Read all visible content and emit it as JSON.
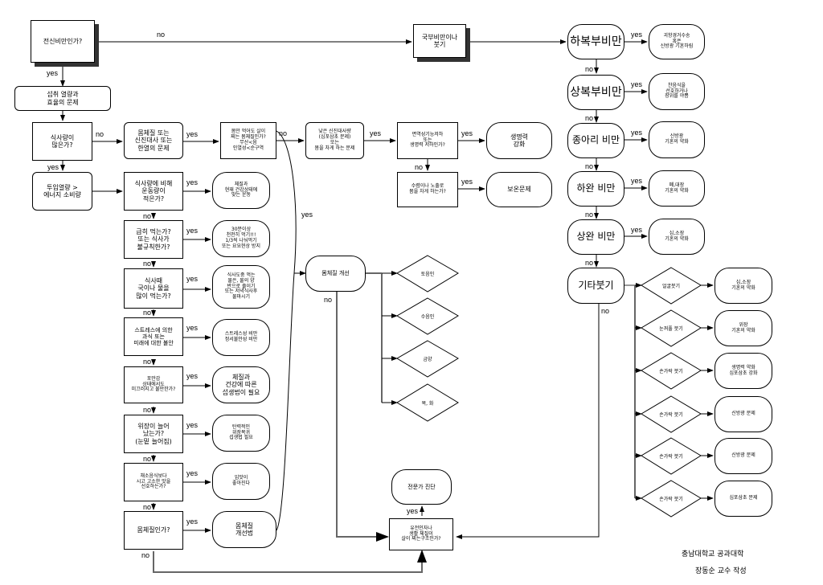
{
  "diagram": {
    "nodes": {
      "start": "전신비만인가?",
      "intake_problem": "섭취 열량과\n효율의 문제",
      "eat_much": "식사량이\n많은가?",
      "energy_balance": "투입열량 >\n에너지 소비량",
      "constitution": "몸체질 또는\n신진대사 또는\n한열의 문제",
      "gain_little": "몸만 먹어도 살이\n찌는 몸체질인가?\n무산<음\n인열성<순구역",
      "low_metab": "낮은 신진대사량\n(심포삼초 문제)\n또는\n몸을 차게 하는 문제",
      "immune": "면역성기능저하\n또는\n생명력 저하인가?",
      "vitality": "생명력\n강화",
      "cold_body": "수렴이나 노출로\n몸을 차게 하는가?",
      "warmth": "보온문제",
      "less_exercise": "식사량에 비해\n운동량이\n적은가?",
      "exercise_adv": "체질과\n현재 건강상태에\n맞는 운동",
      "eat_fast": "급히 먹는가?\n또는 식사가\n불규칙한가?",
      "eat_fast_adv": "30분이상\n천천히 먹기!!!\n1/3씩 나눠먹기\n또는 요요현상 방지",
      "soup": "식사때\n국이나 물을\n많이 먹는가?",
      "soup_adv": "식사도중 먹는\n물은, 물의 양\n반으로 줄이기\n또는 저녁식사후\n물마시기",
      "stress": "스트레스에 의한\n과식 또는\n미래에 대한 불안",
      "stress_adv": "스트레스성 비만\n정서불안성 비만",
      "full": "포만감\n상태에서도\n미끄러지고 불안한가?",
      "diet_method": "체질과\n건강에 따른\n섭생법이 필요",
      "stomach": "위장이 늘어\n났는가?\n(눈밑 늘어짐)",
      "stomach_adv": "탄력적인\n위장복귀\n섭생법 필요",
      "taste": "채소음식보다\n시고 고소한 맛을\n선호하는가?",
      "taste_adv": "입맛이\n좋아진다",
      "is_constitution": "몸체질인가?",
      "const_method": "몸체질\n개선법",
      "const_improve": "몸체질 개선",
      "expert": "전문가 진단",
      "final_q": "유전인자나\n생활 체질이\n살이 찌는구조인가?",
      "partial": "국부비만이나\n붓기",
      "lower_abd": "하복부비만",
      "lower_abd_adv": "괴항경거수송\n혹은\n신방광 기혼하림",
      "upper_abd": "상복부비만",
      "upper_abd_adv": "찬음식을\n선호하거나\n장위를 야쁨",
      "calf": "종아리 비만",
      "calf_adv": "신방광\n기혼의 약화",
      "lower_arm": "하완 비만",
      "lower_arm_adv": "폐,대장\n기혼의 약화",
      "upper_arm": "상완 비만",
      "upper_arm_adv": "심,소장\n기혼의 약화",
      "other_swelling": "기타붓기"
    },
    "constitution_diamonds": [
      "토음인",
      "수음인",
      "금양",
      "목, 화"
    ],
    "swelling_diamonds": [
      "얼굴붓기",
      "눈꺼풀 붓기",
      "손가락 붓기",
      "손가락 붓기",
      "손가락 붓기",
      "손가락 붓기"
    ],
    "swelling_results": [
      "심,소장\n기혼의 약화",
      "위장\n기혼의 약화",
      "생명력 약화\n심포삼초 강화",
      "신방광 문제",
      "신방광 문제",
      "심포삼초 문제"
    ],
    "labels": {
      "yes": "yes",
      "no": "no"
    }
  },
  "footer": {
    "org": "충남대학교 공과대학",
    "author": "장동순 교수 작성"
  }
}
